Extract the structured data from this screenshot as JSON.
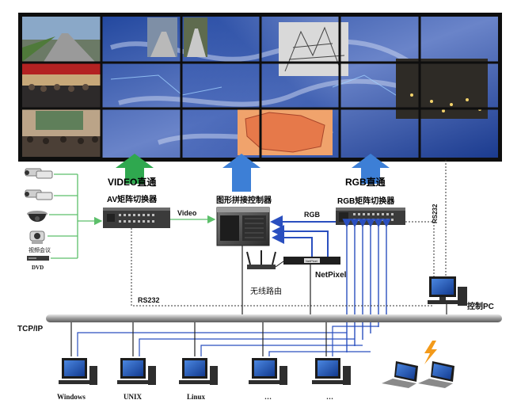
{
  "arrows": {
    "video_direct": "VIDEO直通",
    "rgb_direct": "RGB直通"
  },
  "devices": {
    "av_matrix": "AV矩阵切换器",
    "controller": "图形拼接控制器",
    "rgb_matrix": "RGB矩阵切换器",
    "router": "无线路由",
    "netpixel": "NetPixel",
    "netpixel_box": "NetPixel",
    "control_pc": "控制PC"
  },
  "sources": {
    "video_conf": "视频会议",
    "dvd": "DVD"
  },
  "signals": {
    "video": "Video",
    "rgb": "RGB",
    "rs232_bottom": "RS232",
    "rs232_right": "RS232"
  },
  "network": {
    "tcpip": "TCP/IP"
  },
  "computers": [
    "Windows",
    "UNIX",
    "Linux",
    "…",
    "…"
  ],
  "colors": {
    "wall_bezel": "#111111",
    "satellite_bg": "#1c3f9a",
    "green_arrow": "#2fa84f",
    "blue_arrow": "#3d7fd6",
    "rgb_line": "#2a4fbf",
    "green_line": "#5cbf6a"
  }
}
